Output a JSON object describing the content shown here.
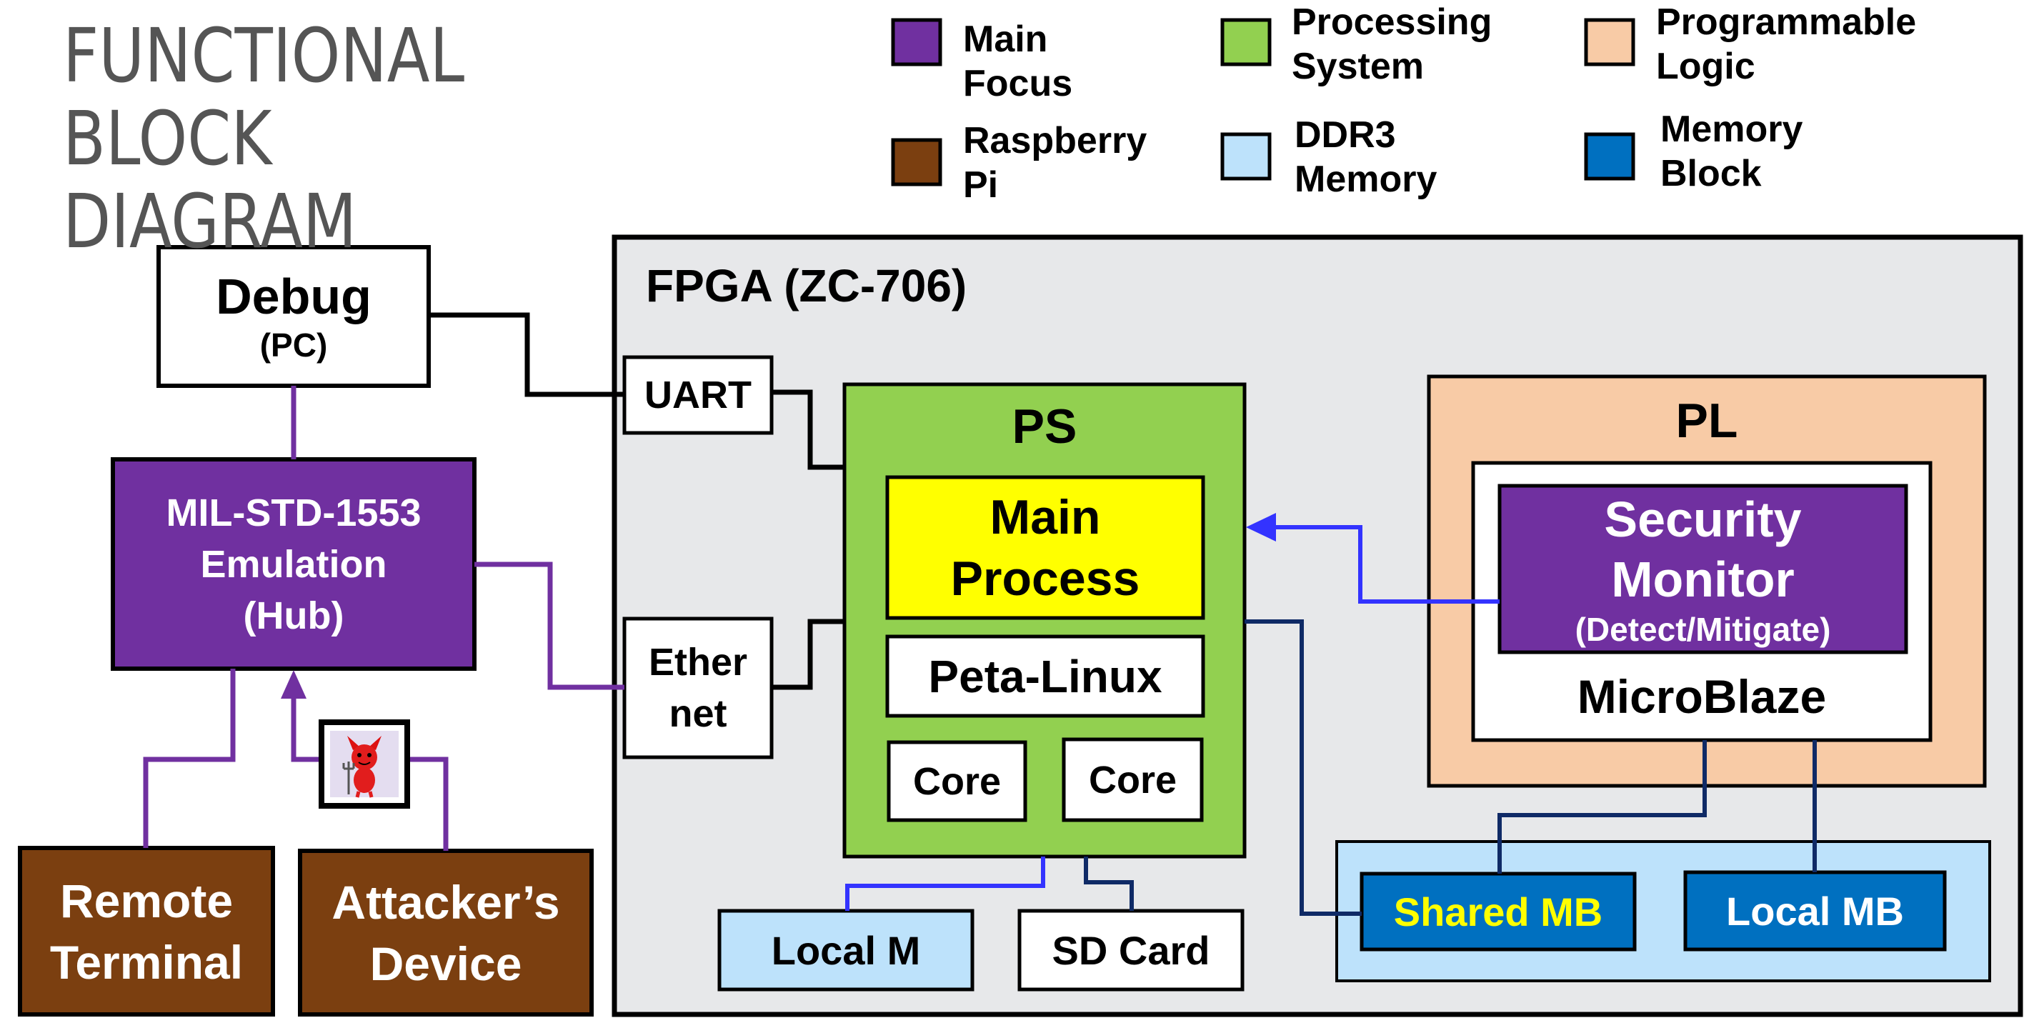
{
  "title": {
    "line1": "FUNCTIONAL BLOCK",
    "line2": "DIAGRAM"
  },
  "legend": [
    {
      "line1": "Main",
      "line2": "Focus",
      "color": "#7030a0"
    },
    {
      "line1": "Processing",
      "line2": "System",
      "color": "#92d050"
    },
    {
      "line1": "Programmable",
      "line2": "Logic",
      "color": "#f8cba6"
    },
    {
      "line1": "Raspberry",
      "line2": "Pi",
      "color": "#7b3f10"
    },
    {
      "line1": "DDR3",
      "line2": "Memory",
      "color": "#bde2fb"
    },
    {
      "line1": "Memory",
      "line2": "Block",
      "color": "#0070c0"
    }
  ],
  "colors": {
    "main_focus": "#7030a0",
    "processing_system": "#92d050",
    "programmable_logic": "#f8cba6",
    "raspberry_pi": "#7b3f10",
    "ddr3_memory": "#bde2fb",
    "memory_block": "#0070c0",
    "fpga_background": "#e7e8ea",
    "main_process": "#ffff00",
    "shared_mb_text": "#ffff00",
    "link_black": "#000000",
    "link_purple": "#7030a0",
    "link_navy": "#0f2a66",
    "link_blue": "#3333ff"
  },
  "fpga": {
    "label": "FPGA (ZC-706)"
  },
  "debug": {
    "line1": "Debug",
    "line2": "(PC)"
  },
  "hub": {
    "line1": "MIL-STD-1553",
    "line2": "Emulation",
    "line3": "(Hub)"
  },
  "remote_terminal": {
    "line1": "Remote",
    "line2": "Terminal"
  },
  "attackers_device": {
    "line1": "Attacker’s",
    "line2": "Device",
    "icon": "red-devil-icon"
  },
  "uart": {
    "label": "UART"
  },
  "ethernet": {
    "line1": "Ether",
    "line2": "net"
  },
  "ps": {
    "label": "PS",
    "main_process": {
      "line1": "Main",
      "line2": "Process"
    },
    "peta_linux": "Peta-Linux",
    "cores": [
      "Core",
      "Core"
    ]
  },
  "pl": {
    "label": "PL",
    "security_monitor": {
      "line1": "Security",
      "line2": "Monitor",
      "line3": "(Detect/Mitigate)"
    },
    "microblaze": "MicroBlaze"
  },
  "local_m": "Local M",
  "sd_card": "SD Card",
  "shared_mb": "Shared MB",
  "local_mb": "Local MB"
}
